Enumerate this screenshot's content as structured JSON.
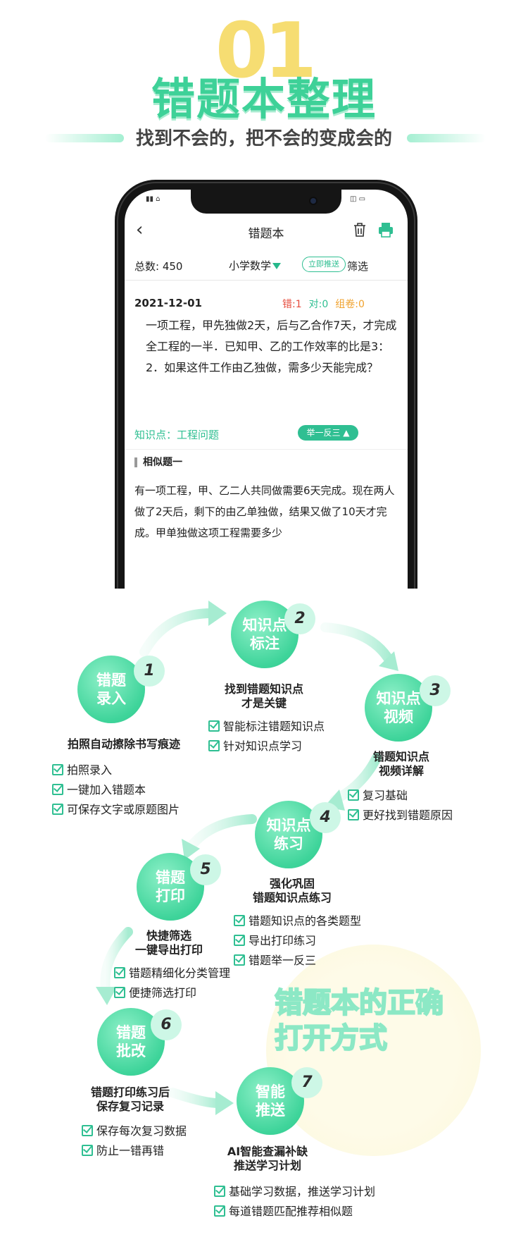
{
  "header": {
    "big_number": "01",
    "title": "错题本整理",
    "subtitle": "找到不会的，把不会的变成会的"
  },
  "phone": {
    "nav_title": "错题本",
    "total": "总数: 450",
    "subject": "小学数学",
    "push_button": "立即推送",
    "filter": "筛选",
    "date": "2021-12-01",
    "stats": {
      "wrong": "错:1",
      "right": "对:0",
      "group": "组卷:0"
    },
    "question": "一项工程，甲先独做2天，后与乙合作7天，才完成全工程的一半．已知甲、乙的工作效率的比是3：2．如果这件工作由乙独做，需多少天能完成？",
    "knowledge_point": "知识点：工程问题",
    "ju_yi_fan_san": "举一反三 ▲",
    "similar_title": "相似题一",
    "similar_body": "有一项工程，甲、乙二人共同做需要6天完成。现在两人做了2天后，剩下的由乙单独做，结果又做了10天才完成。甲单独做这项工程需要多少"
  },
  "steps": [
    {
      "num": "1",
      "l1": "错题",
      "l2": "录入",
      "h1": "拍照自动擦除书写痕迹",
      "h2": "",
      "items": [
        "拍照录入",
        "一键加入错题本",
        "可保存文字或原题图片"
      ]
    },
    {
      "num": "2",
      "l1": "知识点",
      "l2": "标注",
      "h1": "找到错题知识点",
      "h2": "才是关键",
      "items": [
        "智能标注错题知识点",
        "针对知识点学习"
      ]
    },
    {
      "num": "3",
      "l1": "知识点",
      "l2": "视频",
      "h1": "错题知识点",
      "h2": "视频详解",
      "items": [
        "复习基础",
        "更好找到错题原因"
      ]
    },
    {
      "num": "4",
      "l1": "知识点",
      "l2": "练习",
      "h1": "强化巩固",
      "h2": "错题知识点练习",
      "items": [
        "错题知识点的各类题型",
        "导出打印练习",
        "错题举一反三"
      ]
    },
    {
      "num": "5",
      "l1": "错题",
      "l2": "打印",
      "h1": "快捷筛选",
      "h2": "一键导出打印",
      "items": [
        "错题精细化分类管理",
        "便捷筛选打印"
      ]
    },
    {
      "num": "6",
      "l1": "错题",
      "l2": "批改",
      "h1": "错题打印练习后",
      "h2": "保存复习记录",
      "items": [
        "保存每次复习数据",
        "防止一错再错"
      ]
    },
    {
      "num": "7",
      "l1": "智能",
      "l2": "推送",
      "h1": "AI智能查漏补缺",
      "h2": "推送学习计划",
      "items": [
        "基础学习数据，推送学习计划",
        "每道错题匹配推荐相似题"
      ]
    }
  ],
  "slogan": {
    "line1": "错题本的正确",
    "line2": "打开方式"
  },
  "colors": {
    "accent": "#3ed198",
    "accent_light": "#a5efd2",
    "yellow": "#f5d85a"
  }
}
